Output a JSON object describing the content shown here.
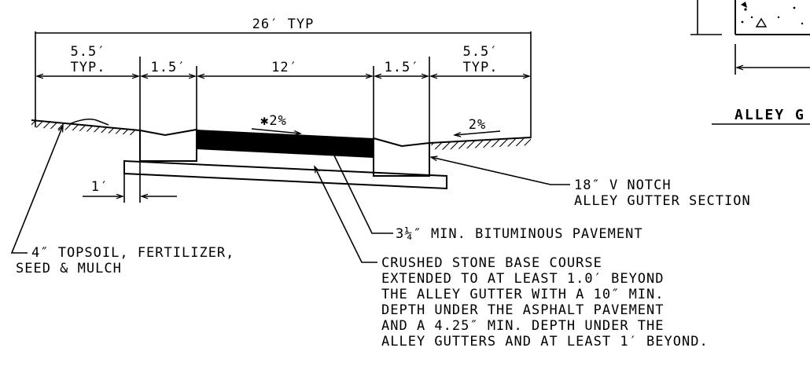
{
  "dimensions": {
    "overall": "26′ TYP",
    "shoulder_left": [
      "5.5′",
      "TYP."
    ],
    "gutter_left": "1.5′",
    "pavement": "12′",
    "gutter_right": "1.5′",
    "shoulder_right": [
      "5.5′",
      "TYP."
    ],
    "base_extension": "1′"
  },
  "slopes": {
    "pavement": "✱2%",
    "shoulder_right": "2%"
  },
  "callouts": {
    "gutter": [
      "18″ V NOTCH",
      "ALLEY GUTTER SECTION"
    ],
    "pavement": "3¼″ MIN. BITUMINOUS PAVEMENT",
    "topsoil": [
      "4″ TOPSOIL, FERTILIZER,",
      "SEED & MULCH"
    ],
    "base": [
      "CRUSHED STONE BASE COURSE",
      "EXTENDED TO AT LEAST 1.0′ BEYOND",
      "THE ALLEY GUTTER WITH A 10″ MIN.",
      "DEPTH UNDER THE ASPHALT PAVEMENT",
      "AND A 4.25″ MIN. DEPTH UNDER THE",
      "ALLEY GUTTERS AND AT LEAST 1′ BEYOND."
    ]
  },
  "detail_title": "ALLEY G"
}
